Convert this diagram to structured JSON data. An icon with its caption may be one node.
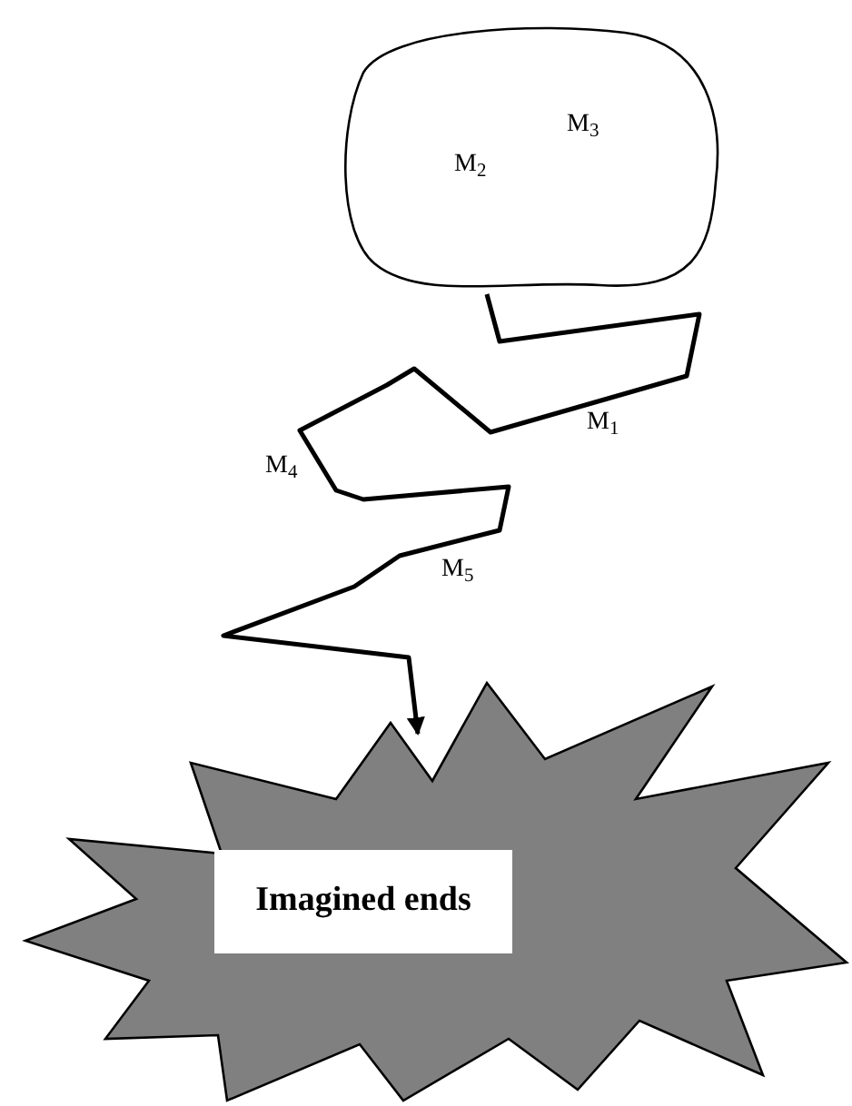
{
  "diagram": {
    "nodes": [
      {
        "text": [
          "M$_{2}$",
          "M$_{3}$"
        ]
      },
      {
        "text": [],
        "shape": "star"
      },
      {
        "text": [
          "Imagined ends"
        ],
        "in": 1
      }
    ],
    "edges": [
      {
        "from": 0,
        "to": 1,
        "arrow": "to"
      }
    ],
    "labels": [
      "M$_{1}$",
      "M$_{4}$",
      "M$_{5}$"
    ]
  }
}
